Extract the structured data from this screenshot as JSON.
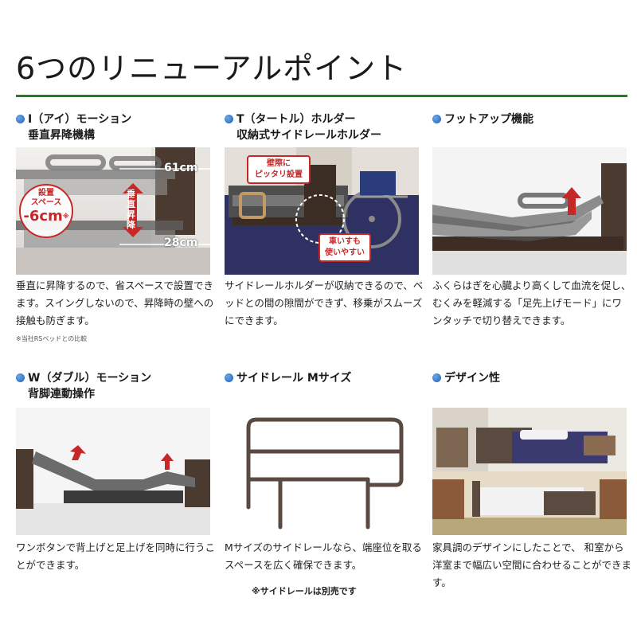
{
  "page": {
    "title": "6つのリニューアルポイント",
    "accent_color": "#2b7a2b",
    "bullet_color": "#2f6fc0"
  },
  "cards": [
    {
      "heading": "I（アイ）モーション",
      "subheading": "垂直昇降機構",
      "image": {
        "label_top": "61cm",
        "label_bottom": "28cm",
        "arrow_text": "垂直昇降",
        "badge_line1": "設置",
        "badge_line2": "スペース",
        "badge_value": "-6cm",
        "badge_mark": "※"
      },
      "body": "垂直に昇降するので、省スペースで設置できます。スイングしないので、昇降時の壁への接触も防ぎます。",
      "note": "※当社RSベッドとの比較"
    },
    {
      "heading": "T（タートル）ホルダー",
      "subheading": "収納式サイドレールホルダー",
      "image": {
        "callout1_line1": "壁際に",
        "callout1_line2": "ピッタリ設置",
        "callout2_line1": "車いすも",
        "callout2_line2": "使いやすい"
      },
      "body": "サイドレールホルダーが収納できるので、ベッドとの間の隙間ができず、移乗がスムーズにできます。"
    },
    {
      "heading": "フットアップ機能",
      "body": "ふくらはぎを心臓より高くして血流を促し、むくみを軽減する「足先上げモード」にワンタッチで切り替えできます。"
    },
    {
      "heading": "W（ダブル）モーション",
      "subheading": "背脚連動操作",
      "body": "ワンボタンで背上げと足上げを同時に行うことができます。"
    },
    {
      "heading": "サイドレール Mサイズ",
      "body": "Mサイズのサイドレールなら、端座位を取るスペースを広く確保できます。",
      "note": "※サイドレールは別売です"
    },
    {
      "heading": "デザイン性",
      "body": "家具調のデザインにしたことで、 和室から洋室まで幅広い空間に合わせることができます。"
    }
  ]
}
